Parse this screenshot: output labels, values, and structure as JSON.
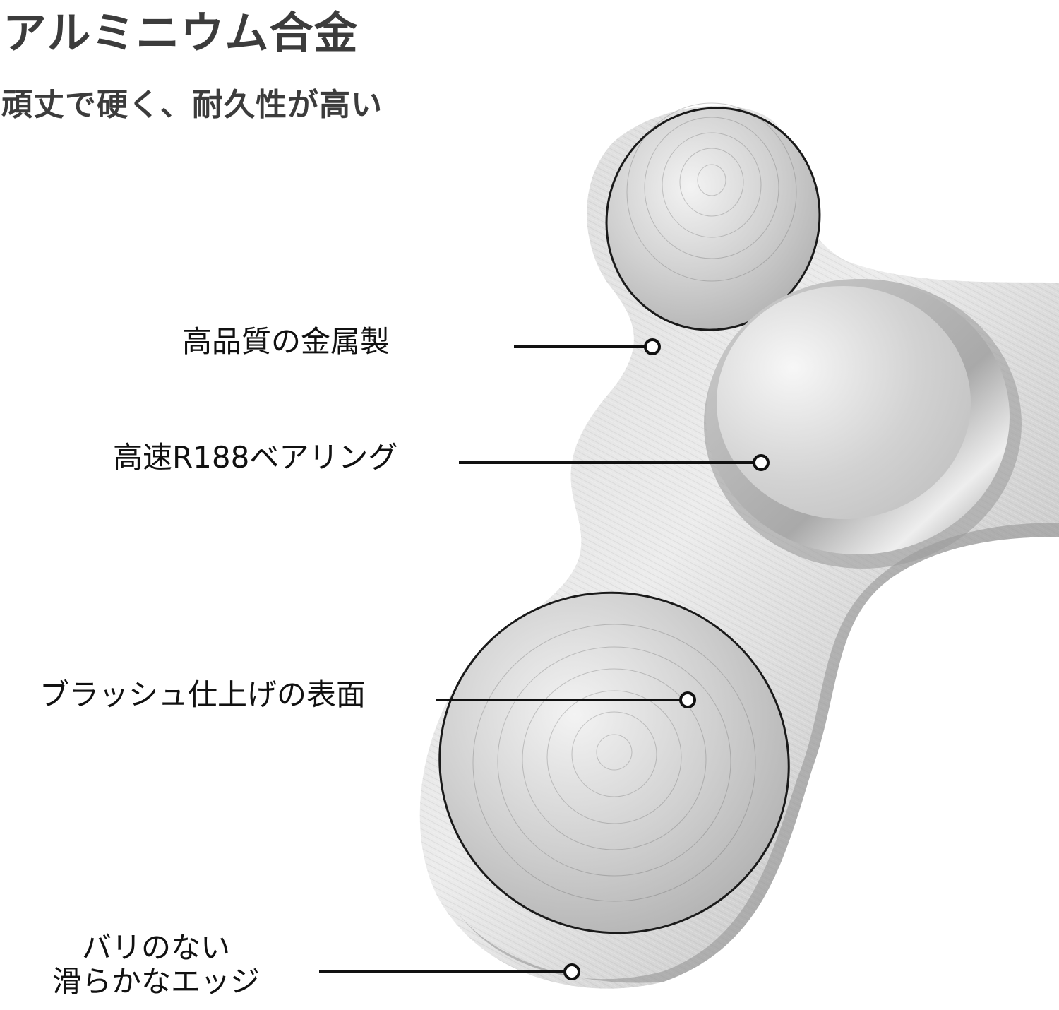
{
  "header": {
    "title": "アルミニウム合金",
    "subtitle": "頑丈で硬く、耐久性が高い"
  },
  "product": {
    "name": "fidget-spinner",
    "colors": {
      "text_dark": "#3c3c3c",
      "metal_light": "#e6e6e6",
      "metal_mid": "#bdbdbd",
      "metal_dark": "#8a8a8a",
      "line": "#111111"
    }
  },
  "callouts": [
    {
      "id": "metal",
      "label": "高品質の金属製"
    },
    {
      "id": "bearing",
      "label": "高速R188ベアリング"
    },
    {
      "id": "surface",
      "label": "ブラッシュ仕上げの表面"
    },
    {
      "id": "edge",
      "label_line1": "バリのない",
      "label_line2": "滑らかなエッジ"
    }
  ]
}
